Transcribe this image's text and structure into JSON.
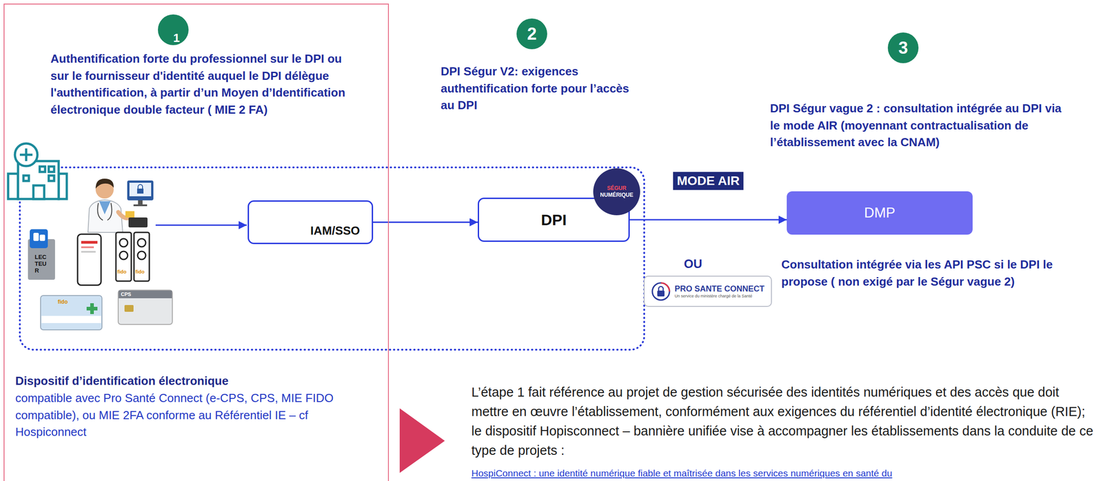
{
  "diagram": {
    "nodes": [
      {
        "text": [
          "Authentification forte du professionnel sur le DPI ou sur le fournisseur d'identité auquel le DPI délègue l'authentification, à partir d’un Moyen d’Identification électronique double facteur ( MIE 2 FA)",
          "Dispositif d’identification électronique",
          "compatible avec Pro Santé Connect (e-CPS, CPS, MIE FIDO compatible), ou MIE 2FA conforme au Référentiel IE – cf Hospiconnect"
        ]
      },
      {
        "text": [
          "1"
        ],
        "in": 0
      },
      {
        "text": [
          "IAM/SSO"
        ],
        "in": 0
      },
      {
        "text": [
          "2"
        ]
      },
      {
        "text": [
          "DPI"
        ]
      },
      {
        "text": [
          "SÉGUR",
          "NUMÉRIQUE"
        ]
      },
      {
        "text": [
          "3"
        ]
      },
      {
        "text": [
          "DMP"
        ]
      },
      {
        "text": [
          "PRO SANTE CONNECT",
          "Un service du ministère chargé de la Santé"
        ]
      }
    ],
    "edges": [
      {
        "from": 2,
        "to": 4,
        "arrow": "to"
      },
      {
        "from": 4,
        "to": 7,
        "arrow": "to",
        "label": "MODE AIR"
      }
    ],
    "labels": [
      "DPI Ségur V2: exigences authentification forte pour l’accès au DPI",
      "DPI Ségur vague 2 : consultation intégrée au DPI via le mode AIR (moyennant contractualisation de l’établissement avec la CNAM)",
      "OU",
      "Consultation intégrée via les API PSC si le DPI le propose ( non exigé par le Ségur vague 2)",
      "LECTEUR",
      "fido",
      "fido",
      "fido",
      "CPS",
      "L’étape 1 fait référence au projet de gestion sécurisée des identités numériques et des accès que doit mettre en œuvre l’établissement, conformément aux exigences du référentiel d’identité électronique (RIE); le dispositif Hopisconnect – bannière unifiée vise à accompagner les établissements dans la conduite de ce type de projets :",
      "HospiConnect : une identité numérique fiable et maîtrisée dans les services numériques en santé du"
    ]
  }
}
